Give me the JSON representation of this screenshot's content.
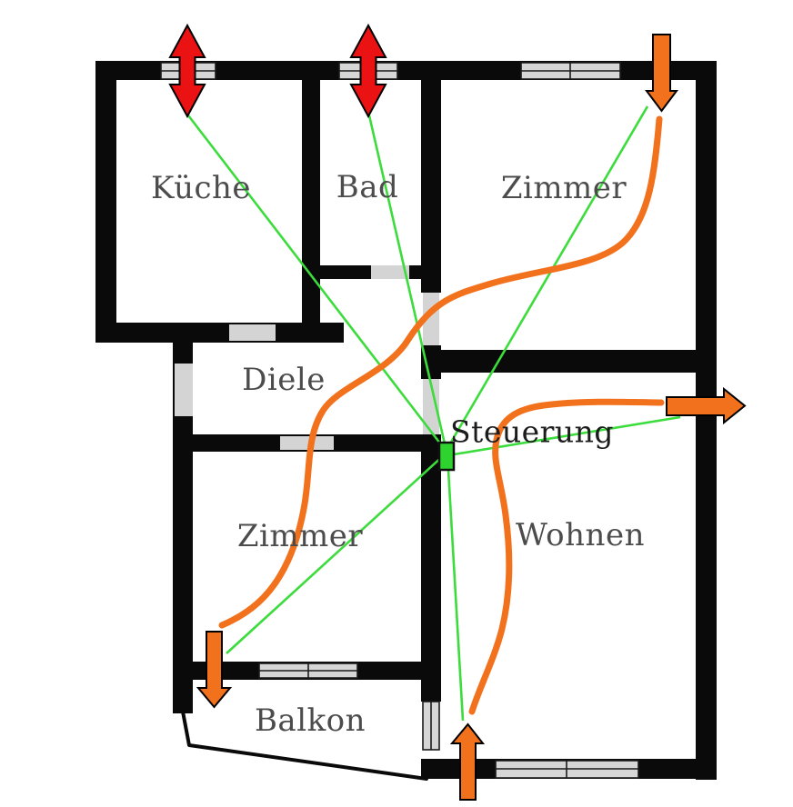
{
  "colors": {
    "background": "#ffffff",
    "wall": "#0a0a0a",
    "window": "#d6d6d6",
    "opening": "#d4d4d4",
    "control_green": "#2fd32f",
    "signal_green": "#3bdc3b",
    "airflow_orange": "#f2711c",
    "vent_red": "#ea1212",
    "label_gray": "#4c4c4c",
    "control_label": "#1c1c1c"
  },
  "rooms": [
    {
      "id": "kueche",
      "label": "Küche"
    },
    {
      "id": "bad",
      "label": "Bad"
    },
    {
      "id": "zimmer_top",
      "label": "Zimmer"
    },
    {
      "id": "diele",
      "label": "Diele"
    },
    {
      "id": "zimmer_bottom",
      "label": "Zimmer"
    },
    {
      "id": "wohnen",
      "label": "Wohnen"
    },
    {
      "id": "balkon",
      "label": "Balkon"
    }
  ],
  "control_unit": {
    "label": "Steuerung"
  },
  "vents": [
    {
      "id": "kueche_window_vent",
      "icon": "double-arrow-vertical-red-icon"
    },
    {
      "id": "bad_window_vent",
      "icon": "double-arrow-vertical-red-icon"
    },
    {
      "id": "zimmer_top_inlet",
      "icon": "arrow-down-orange-icon"
    },
    {
      "id": "wohnen_right_outlet",
      "icon": "arrow-right-orange-icon"
    },
    {
      "id": "zimmer_bottom_outlet",
      "icon": "arrow-down-orange-icon"
    },
    {
      "id": "wohnen_bottom_inlet",
      "icon": "arrow-up-orange-icon"
    }
  ]
}
